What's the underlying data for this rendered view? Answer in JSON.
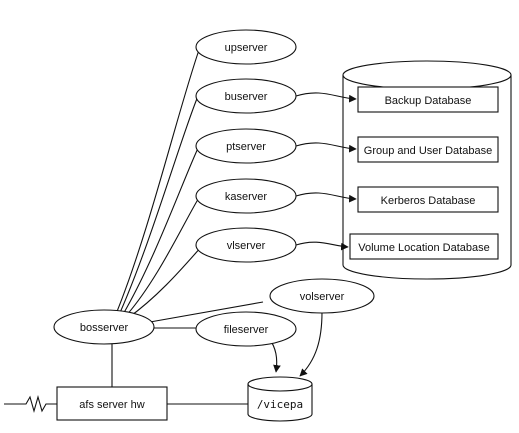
{
  "nodes": {
    "upserver": "upserver",
    "buserver": "buserver",
    "ptserver": "ptserver",
    "kaserver": "kaserver",
    "vlserver": "vlserver",
    "volserver": "volserver",
    "bosserver": "bosserver",
    "fileserver": "fileserver",
    "hardware": "afs server hw",
    "partition": "/vicepa"
  },
  "databases": [
    "Backup Database",
    "Group and User Database",
    "Kerberos Database",
    "Volume Location Database"
  ]
}
